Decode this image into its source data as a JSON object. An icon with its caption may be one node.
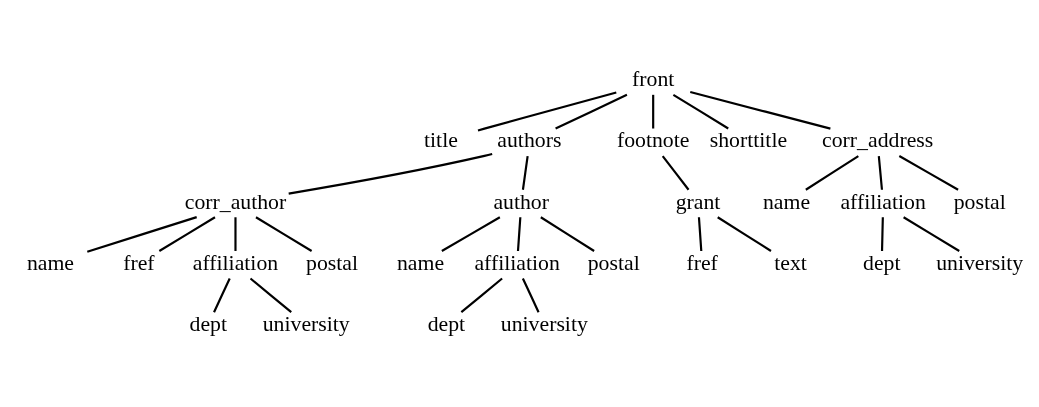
{
  "diagram": {
    "nodes": [
      {
        "text": [
          "front"
        ]
      },
      {
        "text": [
          "title"
        ]
      },
      {
        "text": [
          "authors"
        ]
      },
      {
        "text": [
          "footnote"
        ]
      },
      {
        "text": [
          "shorttitle"
        ]
      },
      {
        "text": [
          "corr_address"
        ]
      },
      {
        "text": [
          "corr_author"
        ]
      },
      {
        "text": [
          "author"
        ]
      },
      {
        "text": [
          "grant"
        ]
      },
      {
        "text": [
          "name"
        ]
      },
      {
        "text": [
          "affiliation"
        ]
      },
      {
        "text": [
          "postal"
        ]
      },
      {
        "text": [
          "name"
        ]
      },
      {
        "text": [
          "fref"
        ]
      },
      {
        "text": [
          "affiliation"
        ]
      },
      {
        "text": [
          "postal"
        ]
      },
      {
        "text": [
          "name"
        ]
      },
      {
        "text": [
          "affiliation"
        ]
      },
      {
        "text": [
          "postal"
        ]
      },
      {
        "text": [
          "fref"
        ]
      },
      {
        "text": [
          "text"
        ]
      },
      {
        "text": [
          "dept"
        ]
      },
      {
        "text": [
          "university"
        ]
      },
      {
        "text": [
          "dept"
        ]
      },
      {
        "text": [
          "university"
        ]
      },
      {
        "text": [
          "dept"
        ]
      },
      {
        "text": [
          "university"
        ]
      }
    ],
    "edges": [
      {
        "from": 0,
        "to": 1,
        "arrow": "none"
      },
      {
        "from": 0,
        "to": 2,
        "arrow": "none"
      },
      {
        "from": 0,
        "to": 3,
        "arrow": "none"
      },
      {
        "from": 0,
        "to": 4,
        "arrow": "none"
      },
      {
        "from": 0,
        "to": 5,
        "arrow": "none"
      },
      {
        "from": 2,
        "to": 6,
        "arrow": "none"
      },
      {
        "from": 2,
        "to": 7,
        "arrow": "none"
      },
      {
        "from": 3,
        "to": 8,
        "arrow": "none"
      },
      {
        "from": 5,
        "to": 9,
        "arrow": "none"
      },
      {
        "from": 5,
        "to": 10,
        "arrow": "none"
      },
      {
        "from": 5,
        "to": 11,
        "arrow": "none"
      },
      {
        "from": 6,
        "to": 12,
        "arrow": "none"
      },
      {
        "from": 6,
        "to": 13,
        "arrow": "none"
      },
      {
        "from": 6,
        "to": 14,
        "arrow": "none"
      },
      {
        "from": 6,
        "to": 15,
        "arrow": "none"
      },
      {
        "from": 7,
        "to": 16,
        "arrow": "none"
      },
      {
        "from": 7,
        "to": 17,
        "arrow": "none"
      },
      {
        "from": 7,
        "to": 18,
        "arrow": "none"
      },
      {
        "from": 8,
        "to": 19,
        "arrow": "none"
      },
      {
        "from": 8,
        "to": 20,
        "arrow": "none"
      },
      {
        "from": 10,
        "to": 21,
        "arrow": "none"
      },
      {
        "from": 10,
        "to": 22,
        "arrow": "none"
      },
      {
        "from": 14,
        "to": 23,
        "arrow": "none"
      },
      {
        "from": 14,
        "to": 24,
        "arrow": "none"
      },
      {
        "from": 17,
        "to": 25,
        "arrow": "none"
      },
      {
        "from": 17,
        "to": 26,
        "arrow": "none"
      }
    ]
  }
}
